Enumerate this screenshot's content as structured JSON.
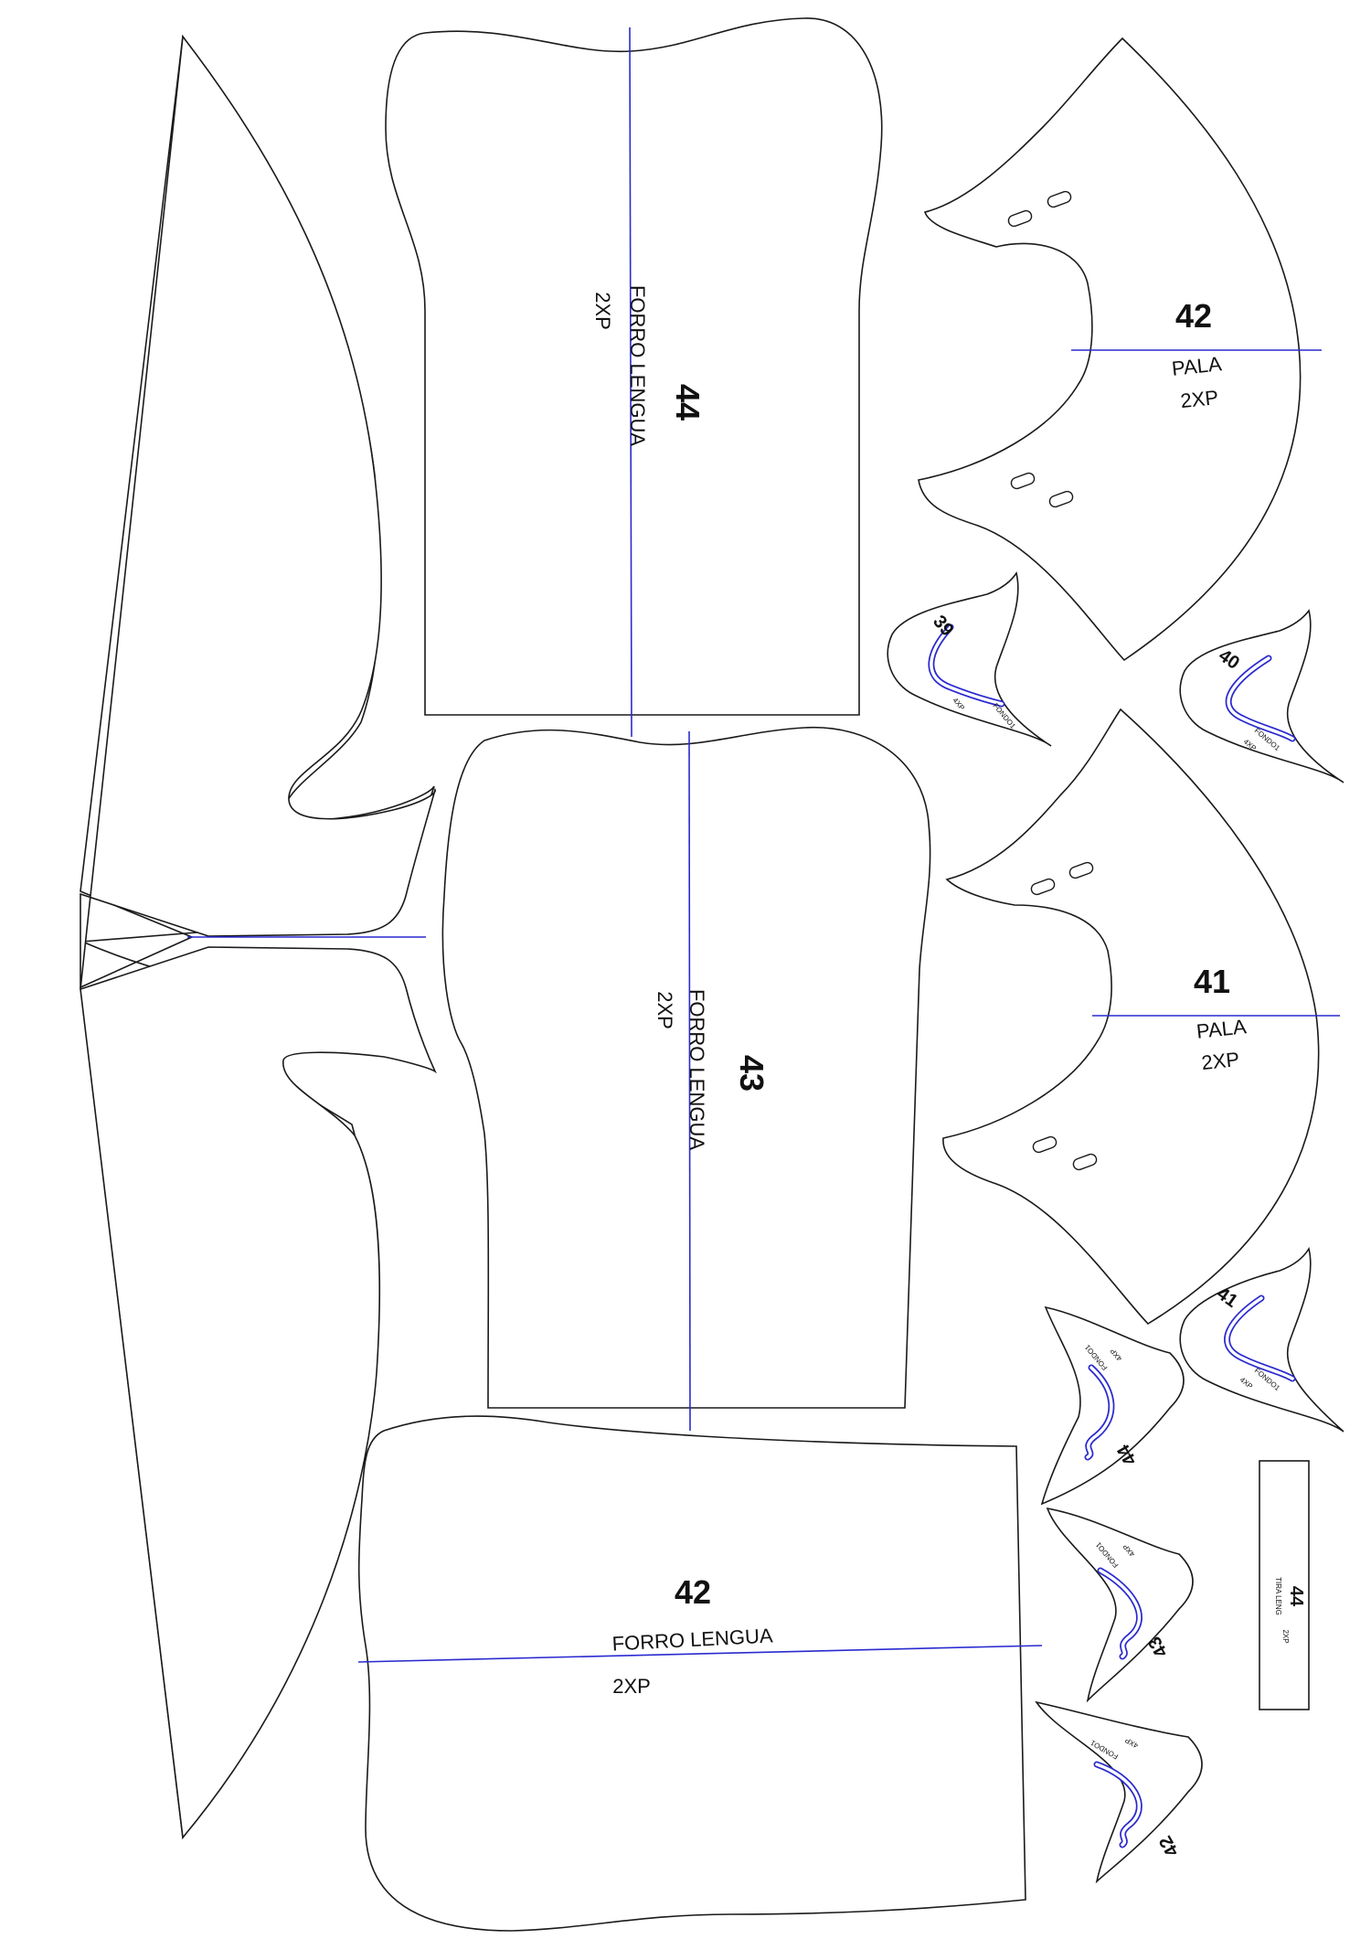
{
  "lining_44": {
    "number": "44",
    "name": "FORRO LENGUA",
    "qty": "2XP"
  },
  "lining_43": {
    "number": "43",
    "name": "FORRO LENGUA",
    "qty": "2XP"
  },
  "lining_42": {
    "number": "42",
    "name": "FORRO LENGUA",
    "qty": "2XP"
  },
  "pala_42": {
    "number": "42",
    "name": "PALA",
    "qty": "2XP"
  },
  "pala_41": {
    "number": "41",
    "name": "PALA",
    "qty": "2XP"
  },
  "fondo": {
    "name": "FONDO1",
    "qty": "4XP",
    "sizes": {
      "s39": "39",
      "s40": "40",
      "s41": "41",
      "s44": "44",
      "s43": "43",
      "s42": "42"
    }
  },
  "strip": {
    "number": "44",
    "name": "TIRA LENG",
    "qty": "2XP"
  },
  "colors": {
    "outline": "#1a1a1a",
    "grainline": "#2a2ad0",
    "background": "#ffffff"
  }
}
